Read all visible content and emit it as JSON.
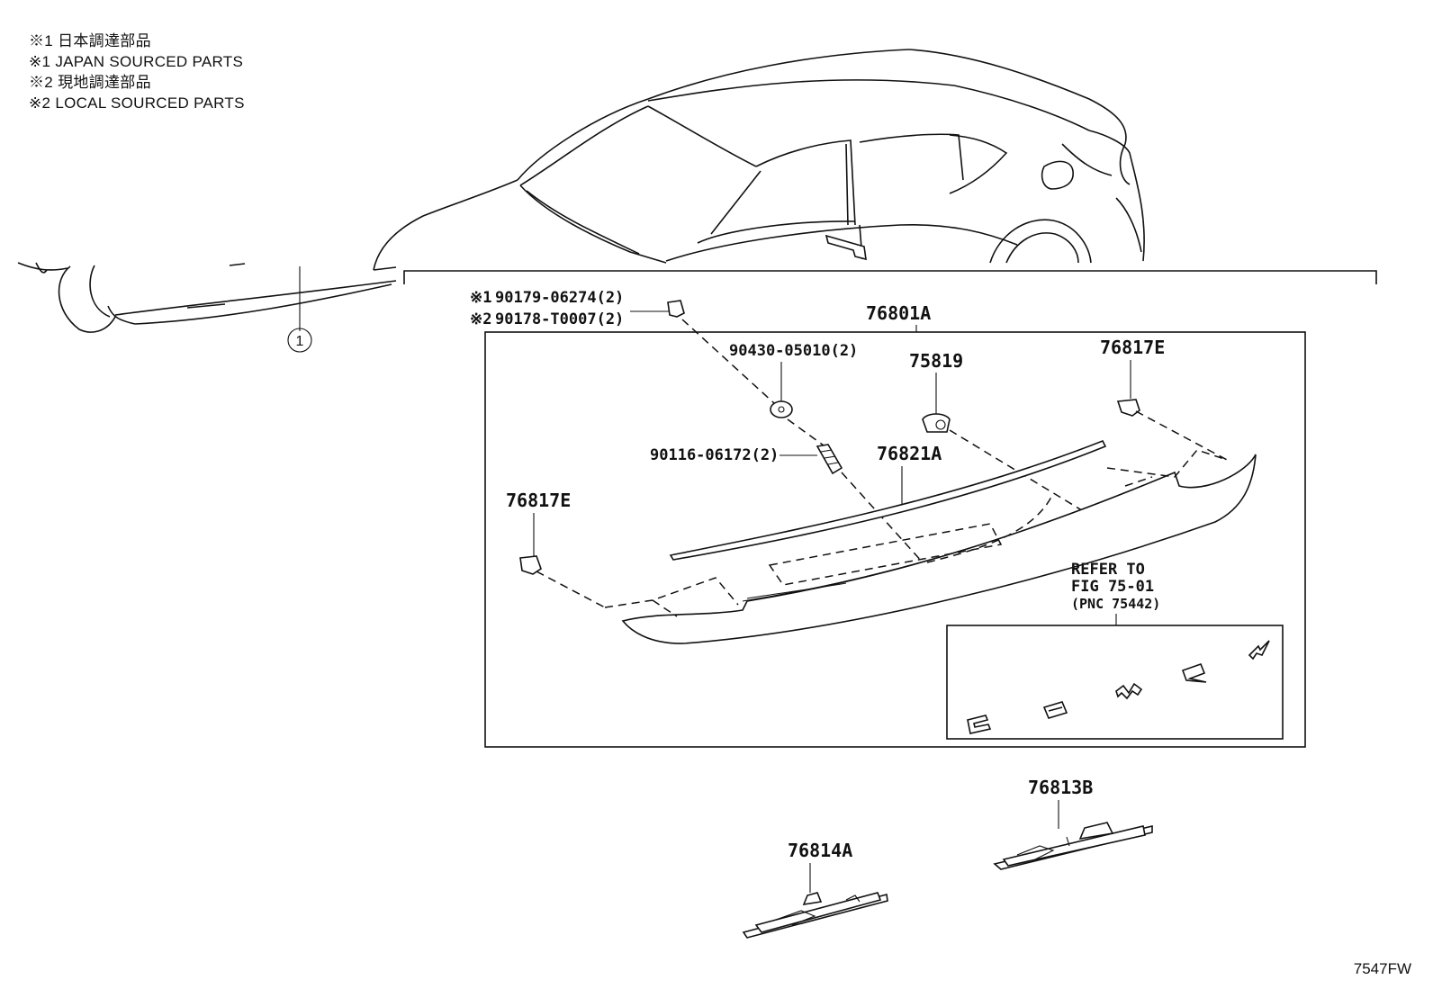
{
  "legend": [
    "※1 日本調達部品",
    "※1 JAPAN SOURCED PARTS",
    "※2 現地調達部品",
    "※2 LOCAL SOURCED PARTS"
  ],
  "callouts": {
    "ref_circle": "1",
    "main_assembly": "76801A",
    "fastener_a_mark": "※1",
    "fastener_a": "90179-06274(2)",
    "fastener_b_mark": "※2",
    "fastener_b": "90178-T0007(2)",
    "grommet": "90430-05010(2)",
    "screw": "90116-06172(2)",
    "clip": "75819",
    "cushion_right": "76817E",
    "cushion_left": "76817E",
    "moulding": "76821A",
    "refer_line1": "REFER TO",
    "refer_line2": "FIG 75-01",
    "refer_line3": "(PNC 75442)",
    "lamp_right": "76813B",
    "lamp_left": "76814A"
  },
  "figure_code": "7547FW"
}
